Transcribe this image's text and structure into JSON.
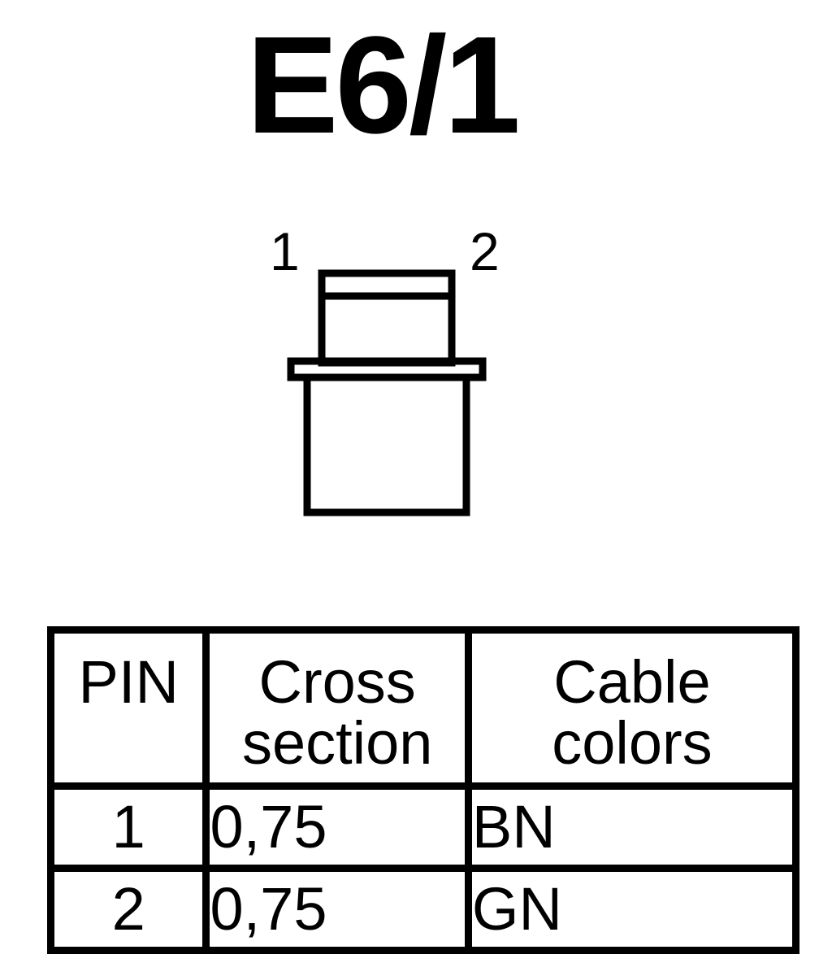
{
  "title": "E6/1",
  "connector": {
    "pin_labels": [
      "1",
      "2"
    ]
  },
  "table": {
    "headers": [
      [
        "PIN"
      ],
      [
        "Cross",
        "section"
      ],
      [
        "Cable",
        "colors"
      ]
    ],
    "rows": [
      {
        "pin": "1",
        "cross_section": "0,75",
        "color": "BN"
      },
      {
        "pin": "2",
        "cross_section": "0,75",
        "color": "GN"
      }
    ]
  }
}
